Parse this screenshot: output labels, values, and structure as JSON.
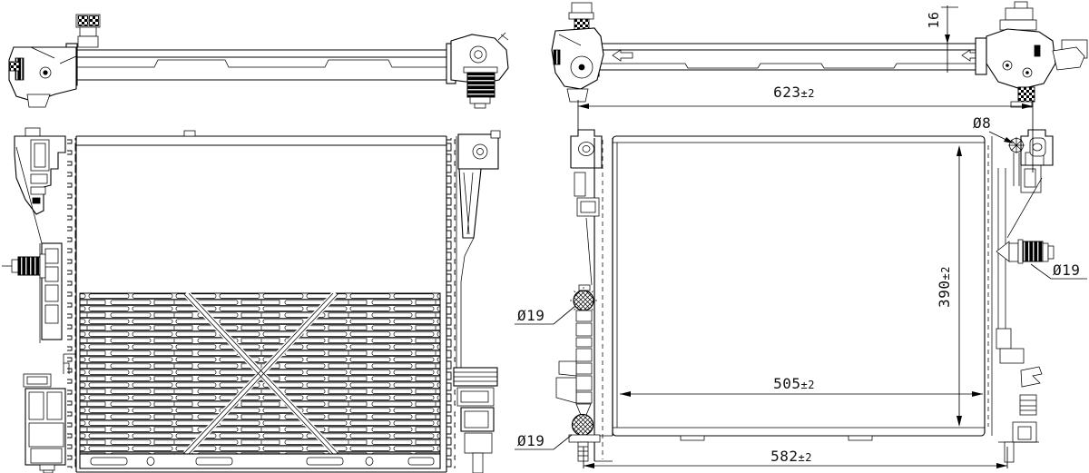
{
  "meta": {
    "drawing_type": "radiator technical line drawing, four orthographic views",
    "background_color": "#ffffff",
    "line_color": "#000000"
  },
  "dimensions": {
    "thickness": {
      "value": "16"
    },
    "overall_width": {
      "value": "623",
      "tolerance": "±2"
    },
    "mount_hole": {
      "value": "Ø8"
    },
    "core_height": {
      "value": "390",
      "tolerance": "±2"
    },
    "core_width": {
      "value": "505",
      "tolerance": "±2"
    },
    "pin_span": {
      "value": "582",
      "tolerance": "±2"
    },
    "hose_right": {
      "value": "Ø19"
    },
    "hose_left_upper": {
      "value": "Ø19"
    },
    "hose_left_lower": {
      "value": "Ø19"
    }
  }
}
